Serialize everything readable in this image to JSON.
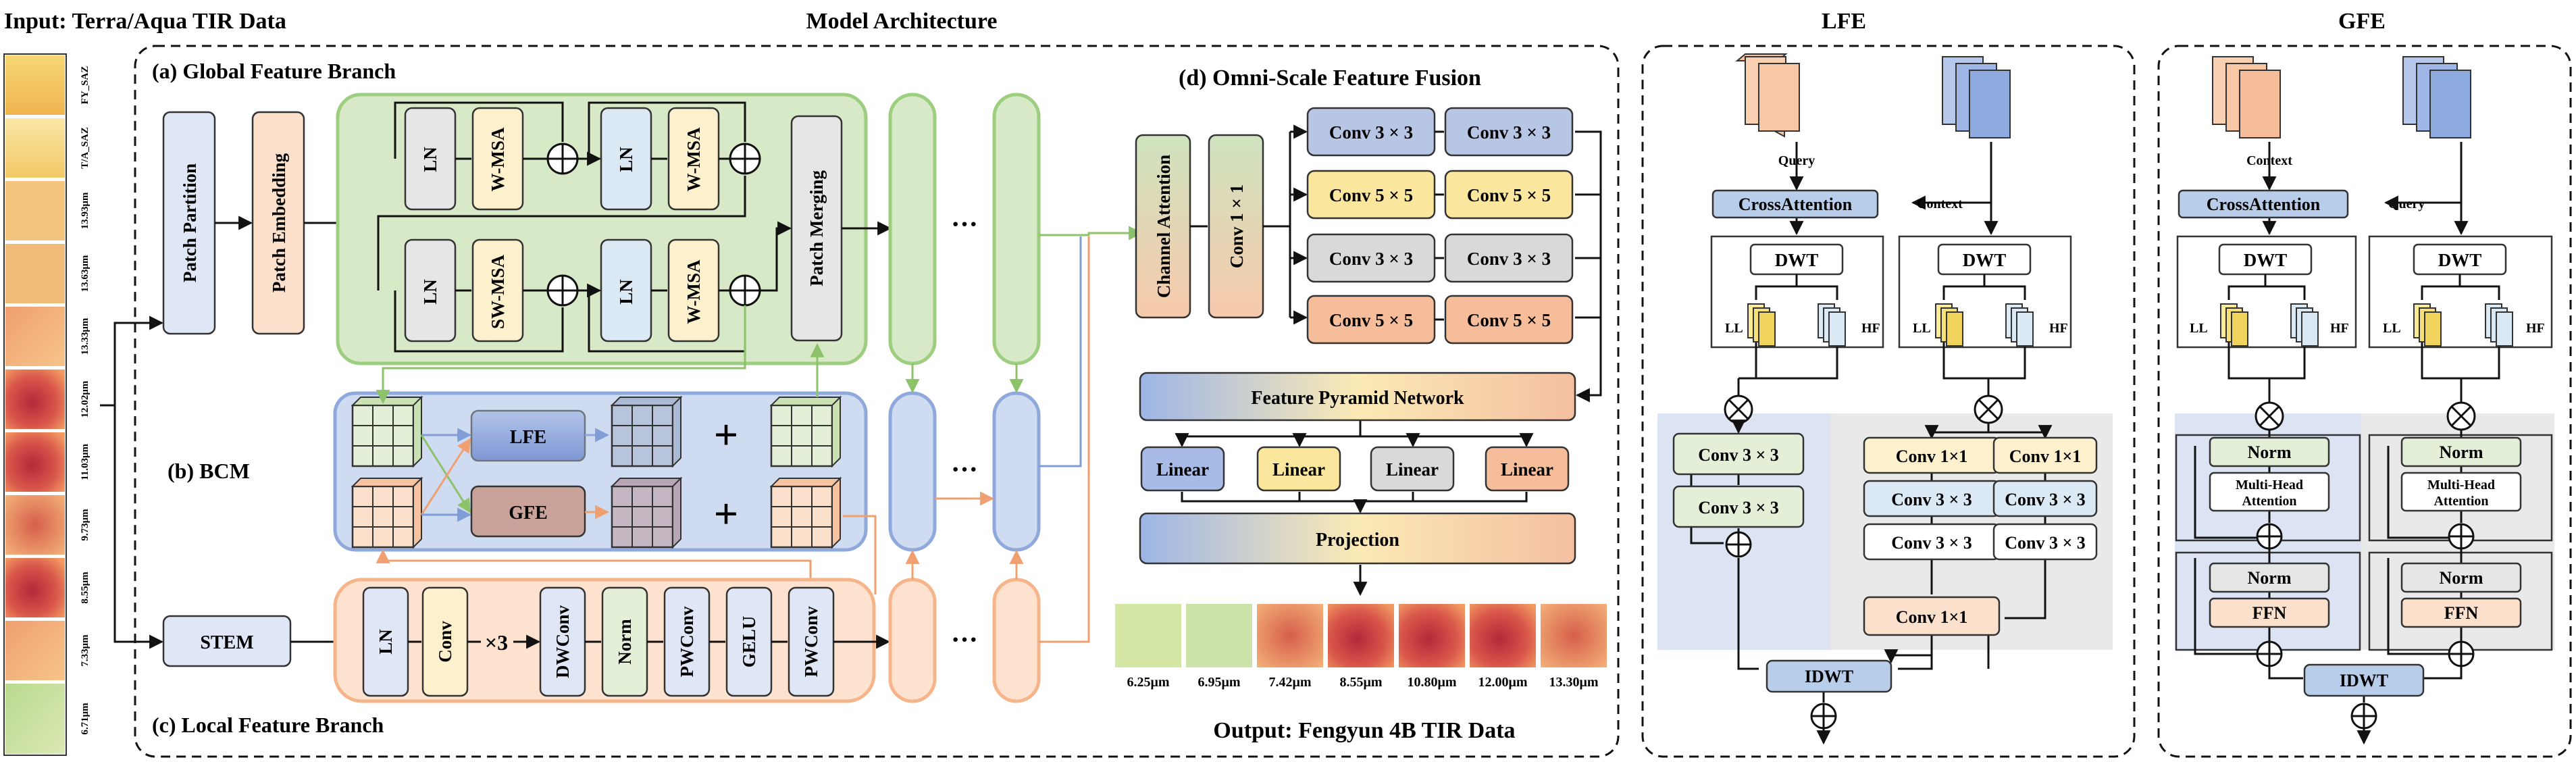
{
  "headers": {
    "input": "Input: Terra/Aqua TIR Data",
    "model": "Model Architecture",
    "lfe": "LFE",
    "gfe": "GFE",
    "output": "Output: Fengyun 4B TIR Data"
  },
  "input_strip": [
    "FY_SAZ",
    "T/A_SAZ",
    "13.93μm",
    "13.63μm",
    "13.33μm",
    "12.02μm",
    "11.03μm",
    "9.73μm",
    "8.55μm",
    "7.33μm",
    "6.71μm"
  ],
  "branches": {
    "global": "(a) Global Feature Branch",
    "bcm": "(b) BCM",
    "local": "(c) Local Feature Branch",
    "fusion": "(d) Omni-Scale Feature Fusion"
  },
  "global_branch": {
    "patch_partition": "Patch Partition",
    "patch_embedding": "Patch Embedding",
    "ln": "LN",
    "wmsa": "W-MSA",
    "swmsa": "SW-MSA",
    "patch_merging": "Patch Merging"
  },
  "bcm": {
    "lfe": "LFE",
    "gfe": "GFE",
    "plus": "+"
  },
  "local_branch": {
    "stem": "STEM",
    "ln": "LN",
    "conv": "Conv",
    "times3": "×3",
    "dwconv": "DWConv",
    "norm": "Norm",
    "pwconv": "PWConv",
    "gelu": "GELU"
  },
  "ellipsis": "···",
  "fusion": {
    "channel_attention": "Channel Attention",
    "conv1x1": "Conv 1 × 1",
    "conv_grid": [
      [
        "Conv 3 × 3",
        "Conv 3 × 3"
      ],
      [
        "Conv 5 × 5",
        "Conv 5 × 5"
      ],
      [
        "Conv 3 × 3",
        "Conv 3 × 3"
      ],
      [
        "Conv 5 × 5",
        "Conv 5 × 5"
      ]
    ],
    "fpn": "Feature Pyramid Network",
    "linear": [
      "Linear",
      "Linear",
      "Linear",
      "Linear"
    ],
    "projection": "Projection"
  },
  "output_bands": [
    "6.25μm",
    "6.95μm",
    "7.42μm",
    "8.55μm",
    "10.80μm",
    "12.00μm",
    "13.30μm"
  ],
  "lfe_panel": {
    "query": "Query",
    "context": "Context",
    "cross_attention": "CrossAttention",
    "dwt": "DWT",
    "ll": "LL",
    "hf": "HF",
    "left_convs": [
      "Conv 3 × 3",
      "Conv 3 × 3"
    ],
    "mid_convs": [
      "Conv 1×1",
      "Conv 3 × 3",
      "Conv 3 × 3"
    ],
    "right_convs": [
      "Conv 1×1",
      "Conv 3 × 3",
      "Conv 3 × 3"
    ],
    "bottom_conv": "Conv 1×1",
    "idwt": "IDWT"
  },
  "gfe_panel": {
    "context": "Context",
    "query": "Query",
    "cross_attention": "CrossAttention",
    "dwt": "DWT",
    "ll": "LL",
    "hf": "HF",
    "norm": "Norm",
    "mha_line1": "Multi-Head",
    "mha_line2": "Attention",
    "ffn": "FFN",
    "idwt": "IDWT"
  },
  "colors": {
    "blue_box": "#dfe6f5",
    "peach_box": "#fbe0cc",
    "green_box": "#e4efd8",
    "yellow_box": "#fcf1cc",
    "grey_box": "#e6e6e6",
    "light_blue_box": "#dbe9f5",
    "green_panel": "#d8e9c8",
    "blue_panel": "#cfdbf0",
    "peach_panel": "#fde3cf",
    "green_line": "#9dcd7e",
    "peach_line": "#f5b48a",
    "blue_line": "#8fa9dc"
  }
}
